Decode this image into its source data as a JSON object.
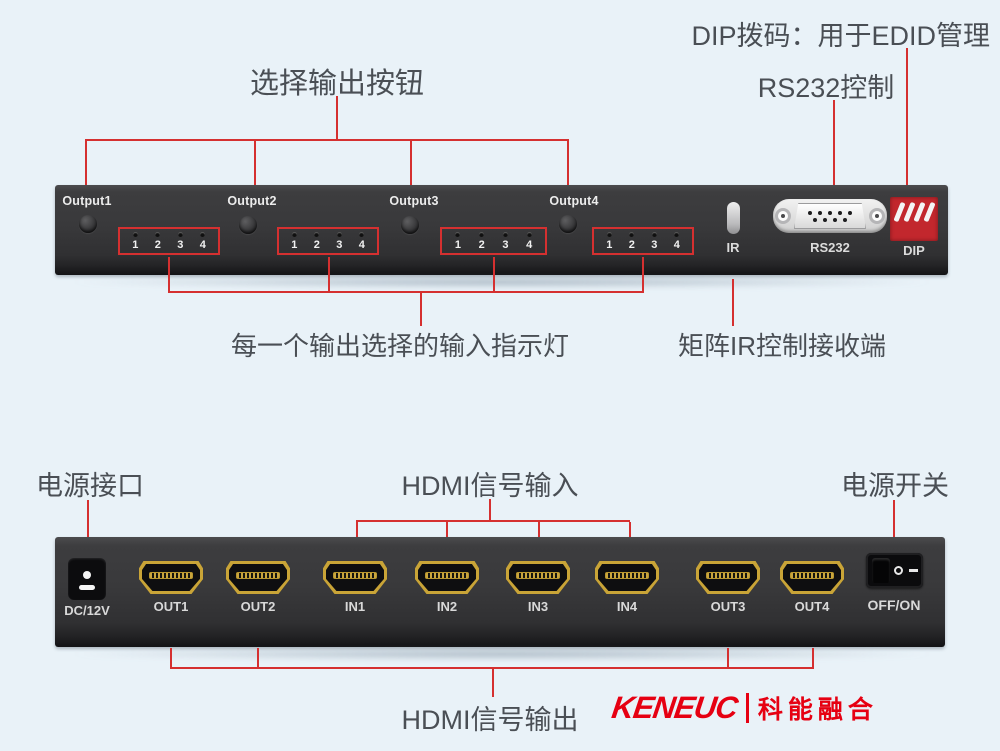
{
  "colors": {
    "background": "#e9f2f8",
    "annotation_line": "#d53030",
    "logo_red": "#e60012",
    "panel": "#39393b",
    "hdmi_gold": "#c9a437",
    "annotation_text": "#4a4f55"
  },
  "annotations": {
    "dip_edid": "DIP拨码：用于EDID管理",
    "rs232": "RS232控制",
    "select_output": "选择输出按钮",
    "led_indicator": "每一个输出选择的输入指示灯",
    "ir_receiver": "矩阵IR控制接收端",
    "power_jack": "电源接口",
    "hdmi_input": "HDMI信号输入",
    "power_switch": "电源开关",
    "hdmi_output": "HDMI信号输出"
  },
  "front_panel": {
    "outputs": [
      {
        "label": "Output1",
        "leds": [
          "1",
          "2",
          "3",
          "4"
        ]
      },
      {
        "label": "Output2",
        "leds": [
          "1",
          "2",
          "3",
          "4"
        ]
      },
      {
        "label": "Output3",
        "leds": [
          "1",
          "2",
          "3",
          "4"
        ]
      },
      {
        "label": "Output4",
        "leds": [
          "1",
          "2",
          "3",
          "4"
        ]
      }
    ],
    "ir_label": "IR",
    "rs232_label": "RS232",
    "dip_label": "DIP"
  },
  "back_panel": {
    "power_jack_label": "DC/12V",
    "ports": [
      {
        "label": "OUT1",
        "type": "output"
      },
      {
        "label": "OUT2",
        "type": "output"
      },
      {
        "label": "IN1",
        "type": "input"
      },
      {
        "label": "IN2",
        "type": "input"
      },
      {
        "label": "IN3",
        "type": "input"
      },
      {
        "label": "IN4",
        "type": "input"
      },
      {
        "label": "OUT3",
        "type": "output"
      },
      {
        "label": "OUT4",
        "type": "output"
      }
    ],
    "power_switch": {
      "label": "OFF/ON",
      "off_symbol": "O",
      "on_symbol": "—"
    }
  },
  "logo": {
    "brand": "KENEUC",
    "cn": "科能融合"
  }
}
